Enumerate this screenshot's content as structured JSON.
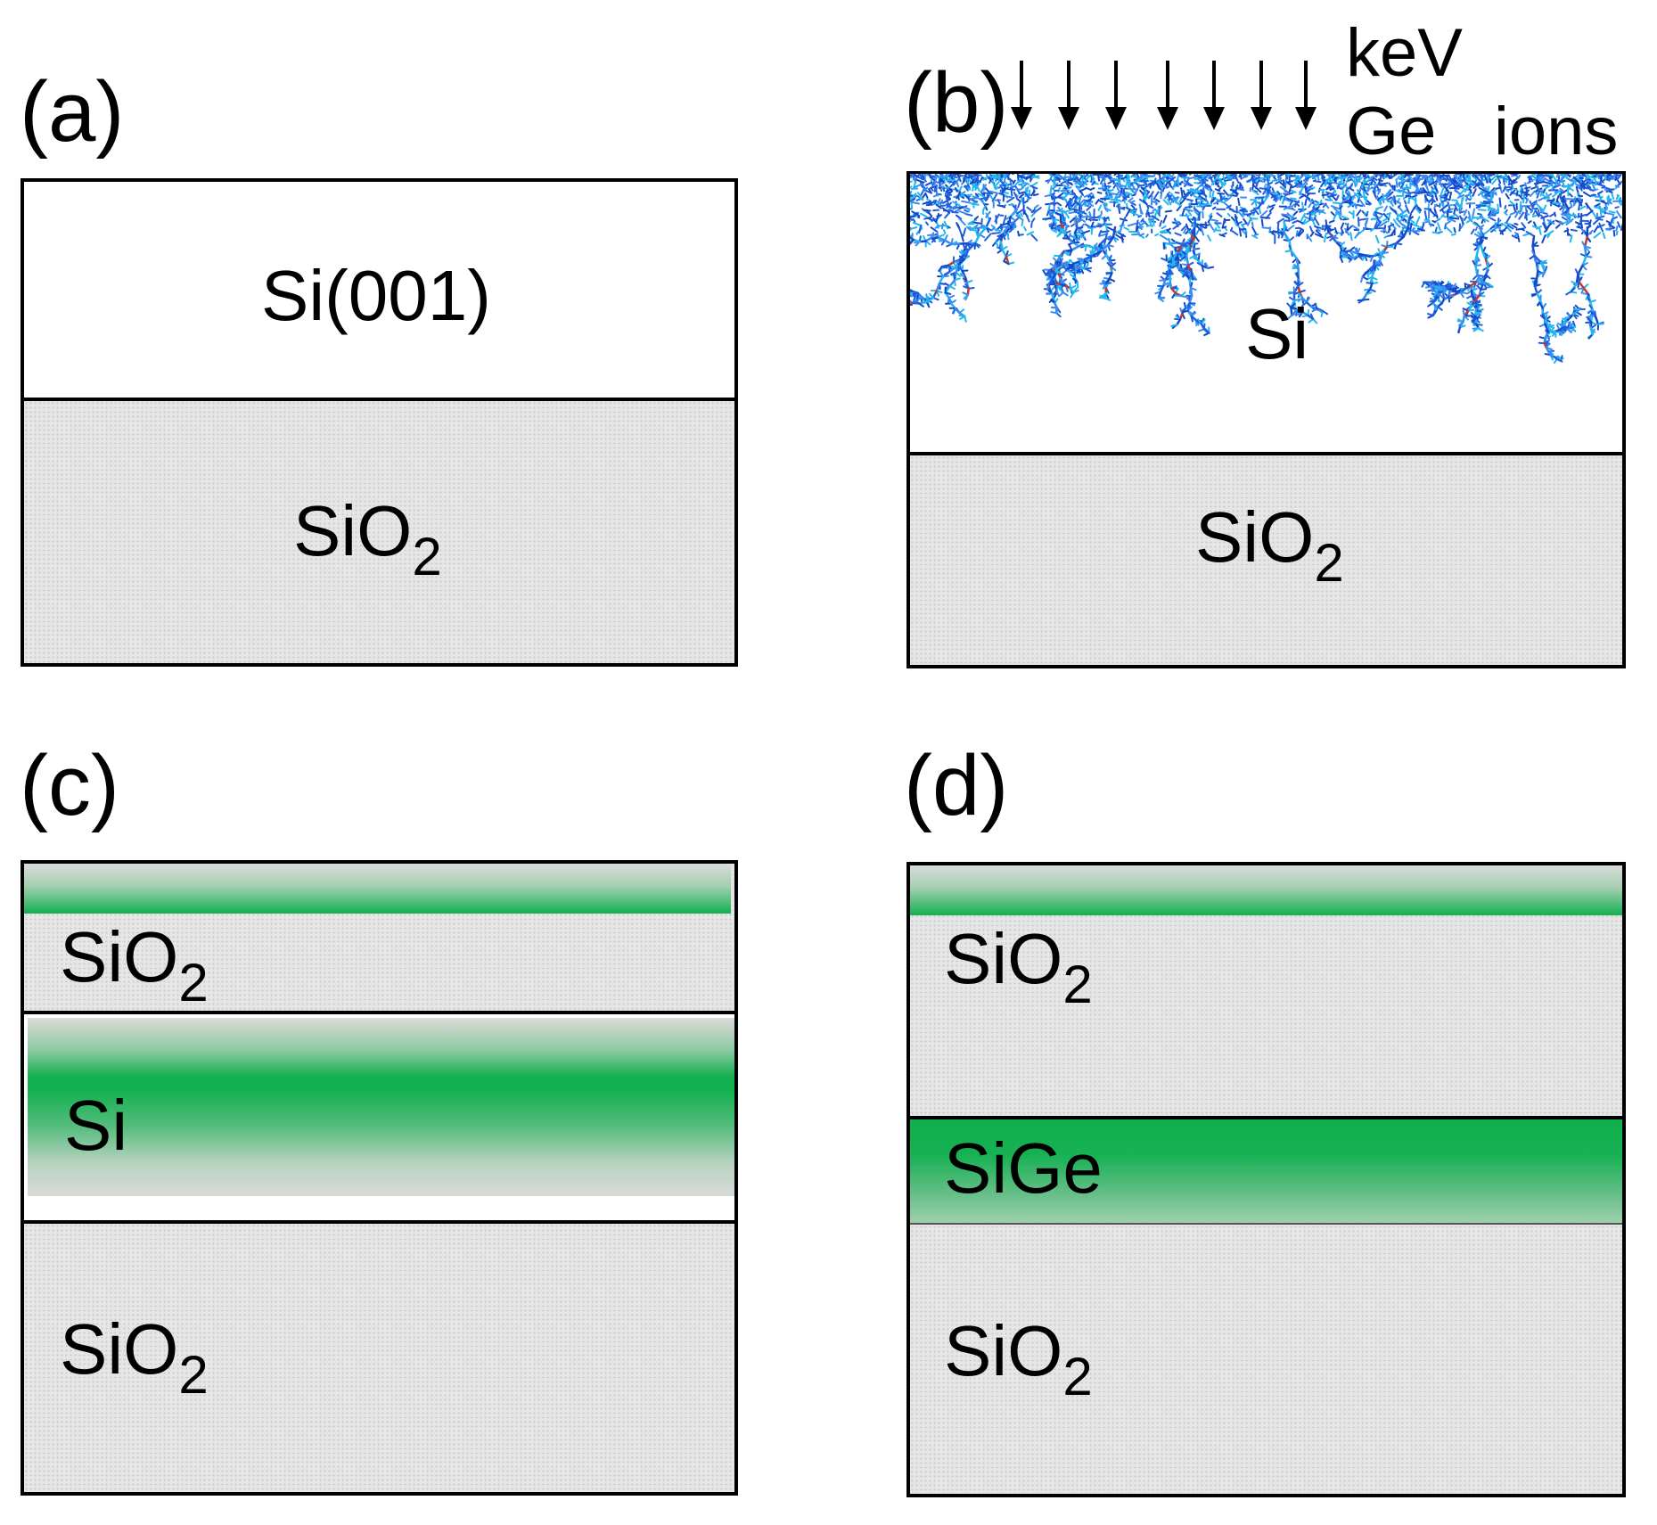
{
  "panels": {
    "a": {
      "label": "(a)",
      "top_layer": "Si(001)",
      "bottom_layer": {
        "text": "SiO",
        "sub": "2"
      }
    },
    "b": {
      "label": "(b)",
      "ion_line1": "keV",
      "ion_line2_a": "Ge",
      "ion_line2_b": "ions",
      "top_layer": "Si",
      "bottom_layer": {
        "text": "SiO",
        "sub": "2"
      }
    },
    "c": {
      "label": "(c)",
      "top_oxide": {
        "text": "SiO",
        "sub": "2"
      },
      "middle_layer": "Si",
      "bottom_layer": {
        "text": "SiO",
        "sub": "2"
      }
    },
    "d": {
      "label": "(d)",
      "top_oxide": {
        "text": "SiO",
        "sub": "2"
      },
      "middle_layer": "SiGe",
      "bottom_layer": {
        "text": "SiO",
        "sub": "2"
      }
    }
  },
  "colors": {
    "ge_green": "#12b050",
    "oxide_gray": "#e6e6e6",
    "damage_blue": "#1f5fe0",
    "damage_cyan": "#22b8f0",
    "damage_red": "#c0392b"
  }
}
